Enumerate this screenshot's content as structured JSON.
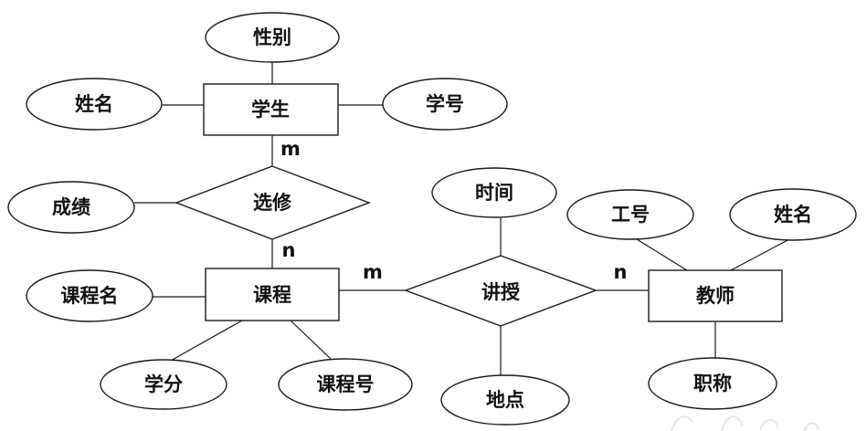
{
  "entities": {
    "student": "学生",
    "course": "课程",
    "teacher": "教师"
  },
  "relationships": {
    "elective": "选修",
    "teaching": "讲授"
  },
  "attributes": {
    "student_gender": "性别",
    "student_name": "姓名",
    "student_id": "学号",
    "elective_grade": "成绩",
    "course_name": "课程名",
    "course_credit": "学分",
    "course_id": "课程号",
    "teaching_time": "时间",
    "teaching_place": "地点",
    "teacher_id": "工号",
    "teacher_name": "姓名",
    "teacher_title": "职称"
  },
  "cardinalities": {
    "student_elective": "m",
    "elective_course": "n",
    "course_teaching": "m",
    "teaching_teacher": "n"
  }
}
